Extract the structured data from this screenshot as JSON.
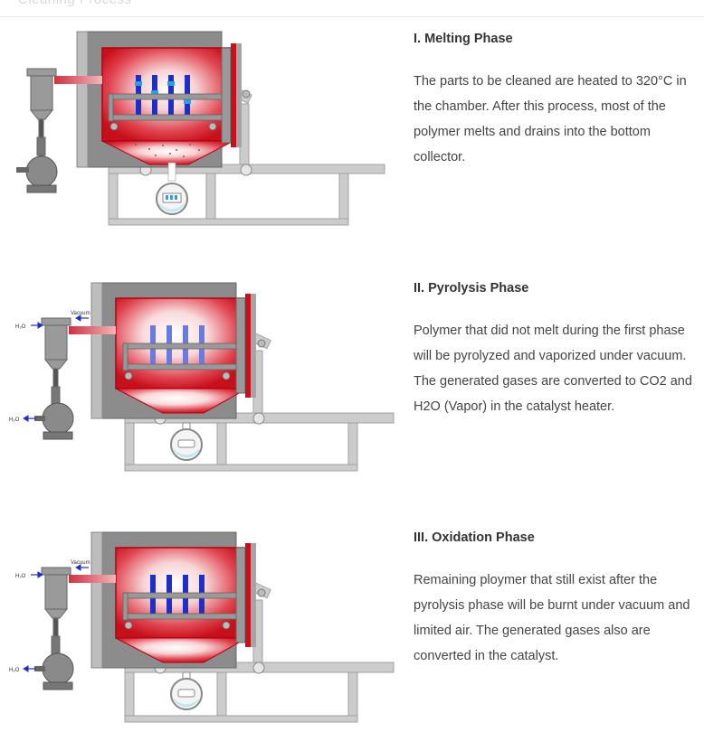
{
  "header": {
    "text": "Cleaning Process"
  },
  "colors": {
    "frame": "#c8c8c8",
    "housing": "#8a8a8a",
    "chamber_hot": "#ffffff",
    "chamber_edge": "#c8101c",
    "heater_blue": "#1e2fc8",
    "melt_blue": "#2aa0e8",
    "water": "#bfe8ec"
  },
  "phases": [
    {
      "title": "I. Melting Phase",
      "description": "The parts to be cleaned are heated to 320°C in the  chamber. After this process, most  of the polymer melts and drains into the bottom collector.",
      "diagram": {
        "variant": "melting",
        "labels": {}
      }
    },
    {
      "title": "II. Pyrolysis Phase",
      "description": "Polymer that did not melt during the first phase will be pyrolyzed and vaporized under vacuum. The generated gases are converted to CO2 and H2O (Vapor) in the catalyst heater.",
      "diagram": {
        "variant": "pyrolysis",
        "labels": {
          "vacuum": "Vacuum",
          "h2o_in": "H₂O",
          "h2o_out": "H₂O"
        }
      }
    },
    {
      "title": "III. Oxidation Phase",
      "description": "Remaining ploymer that still exist after the pyrolysis phase will be burnt under vacuum and limited air. The generated gases also are converted in the catalyst.",
      "diagram": {
        "variant": "oxidation",
        "labels": {
          "vacuum": "Vacuum",
          "h2o_in": "H₂O",
          "h2o_out": "H₂O"
        }
      }
    }
  ]
}
